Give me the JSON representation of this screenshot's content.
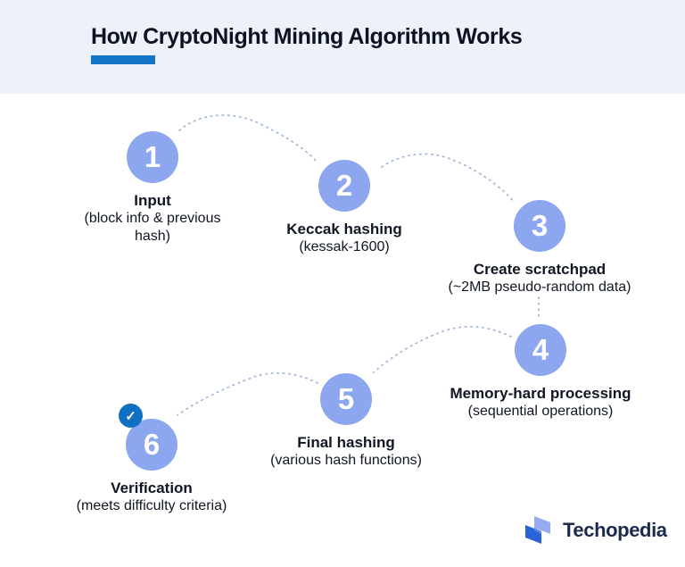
{
  "header": {
    "title": "How CryptoNight Mining Algorithm Works"
  },
  "steps": [
    {
      "number": "1",
      "title": "Input",
      "sub": "(block info & previous hash)"
    },
    {
      "number": "2",
      "title": "Keccak hashing",
      "sub": "(kessak-1600)"
    },
    {
      "number": "3",
      "title": "Create scratchpad",
      "sub": "(~2MB pseudo-random data)"
    },
    {
      "number": "4",
      "title": "Memory-hard processing",
      "sub": "(sequential operations)"
    },
    {
      "number": "5",
      "title": "Final hashing",
      "sub": "(various hash functions)"
    },
    {
      "number": "6",
      "title": "Verification",
      "sub": "(meets difficulty criteria)"
    }
  ],
  "icons": {
    "check": "✓"
  },
  "footer": {
    "brand": "Techopedia"
  },
  "colors": {
    "header-bg": "#edf1fa",
    "accent": "#1474c6",
    "circle": "#8ca6ef",
    "badge": "#0f70c2",
    "dots": "#a3b6db",
    "logo-dark": "#2a62d9",
    "logo-light": "#96abf2"
  }
}
